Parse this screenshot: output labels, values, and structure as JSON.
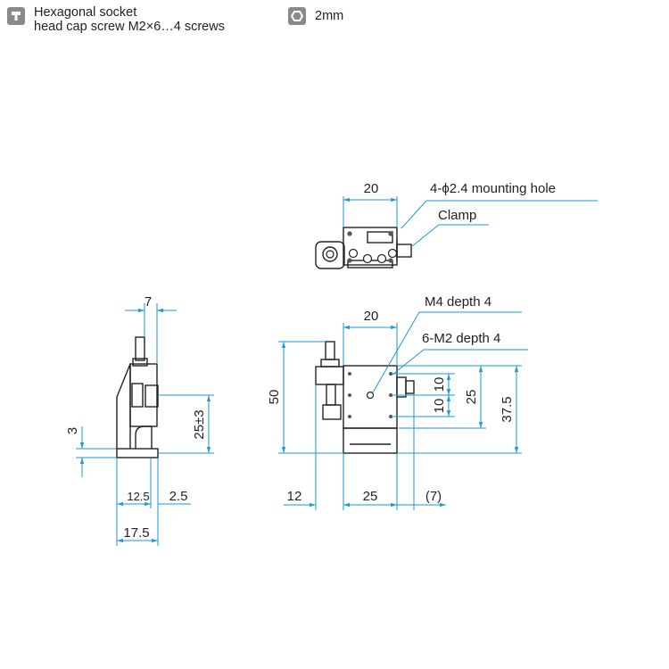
{
  "legend": {
    "screw_line1": "Hexagonal socket",
    "screw_line2": "head cap screw M2×6…4 screws",
    "wrench_size": "2mm",
    "screw_icon": "socket-screw-icon",
    "wrench_icon": "hex-wrench-icon"
  },
  "top_view": {
    "dim_width": "20",
    "mounting_hole": "4-ϕ2.4 mounting hole",
    "clamp": "Clamp"
  },
  "side_view": {
    "dim_top": "7",
    "dim_height": "25±3",
    "dim_base": "3",
    "dim_a": "12.5",
    "dim_b": "2.5",
    "dim_total": "17.5"
  },
  "front_view": {
    "dim_top": "20",
    "m4": "M4 depth 4",
    "m2": "6-M2 depth 4",
    "dim_10a": "10",
    "dim_10b": "10",
    "dim_25v": "25",
    "dim_375": "37.5",
    "dim_50": "50",
    "dim_12": "12",
    "dim_25h": "25",
    "dim_7": "(7)"
  },
  "colors": {
    "outline": "#222222",
    "dimension": "#1a9ad6",
    "icon_gray": "#8a8a8a"
  }
}
